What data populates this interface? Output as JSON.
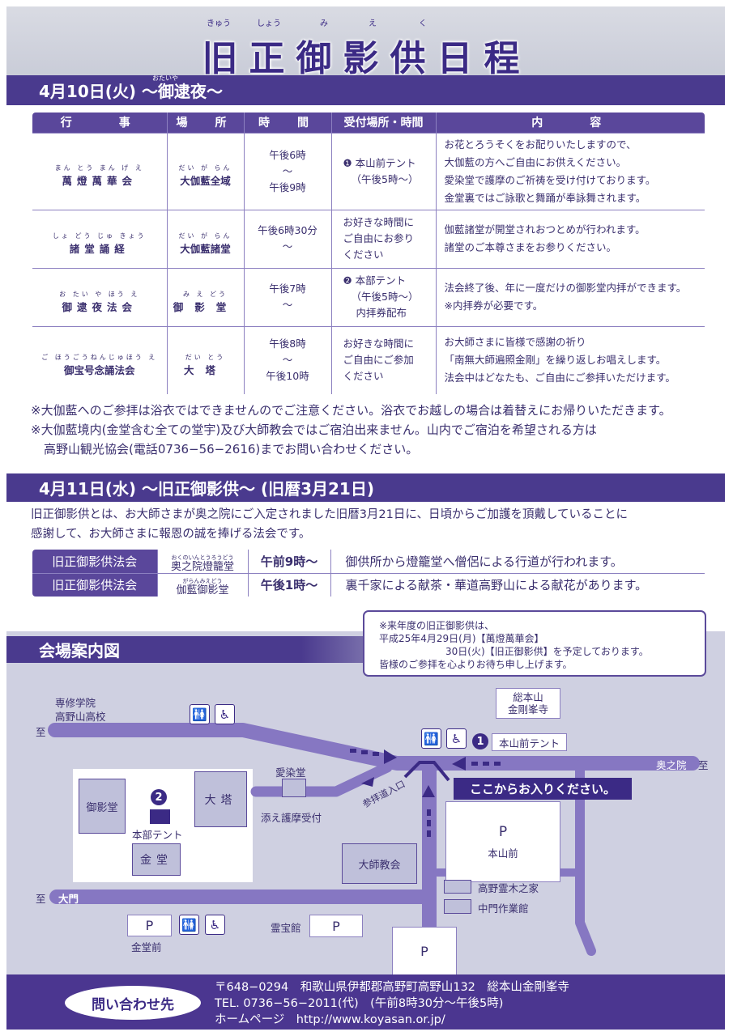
{
  "title": {
    "text": "旧正御影供日程",
    "ruby": [
      "きゅう",
      "しょう",
      "み",
      "え",
      "く"
    ]
  },
  "day1": {
    "heading": "4月10日(火) ～御逮夜～",
    "ruby": "おたいや",
    "headers": [
      "行　　事",
      "場　所",
      "時　間",
      "受付場所・時間",
      "内　　容"
    ],
    "rows": [
      {
        "event_ruby": "まん とう まん げ え",
        "event": "萬燈萬華会",
        "place_ruby": "だい が らん",
        "place": "大伽藍全域",
        "time": [
          "午後6時",
          "～",
          "午後9時"
        ],
        "reception": [
          "❶ 本山前テント",
          "（午後5時～）"
        ],
        "content": [
          "お花とろうそくをお配りいたしますので、",
          "大伽藍の方へご自由にお供えください。",
          "愛染堂で護摩のご祈祷を受け付けております。",
          "金堂裏ではご詠歌と舞踊が奉詠舞されます。"
        ]
      },
      {
        "event_ruby": "しょ どう じゅ きょう",
        "event": "諸堂誦経",
        "place_ruby": "だい が らん",
        "place": "大伽藍諸堂",
        "time": [
          "午後6時30分",
          "～"
        ],
        "reception": [
          "お好きな時間に",
          "ご自由にお参り",
          "ください"
        ],
        "content": [
          "伽藍諸堂が開堂されおつとめが行われます。",
          "諸堂のご本尊さまをお参りください。"
        ]
      },
      {
        "event_ruby": "お たい や ほう え",
        "event": "御逮夜法会",
        "place_ruby": "み え どう",
        "place": "御影堂",
        "time": [
          "午後7時",
          "～"
        ],
        "reception": [
          "❷ 本部テント",
          "（午後5時～）",
          "内拝券配布"
        ],
        "content": [
          "法会終了後、年に一度だけの御影堂内拝ができます。",
          "※内拝券が必要です。"
        ]
      },
      {
        "event_ruby": "ご ほうごうねんじゅほう え",
        "event": "御宝号念誦法会",
        "place_ruby": "だい とう",
        "place": "大塔",
        "time": [
          "午後8時",
          "～",
          "午後10時"
        ],
        "reception": [
          "お好きな時間に",
          "ご自由にご参加",
          "ください"
        ],
        "content": [
          "お大師さまに皆様で感謝の祈り",
          "「南無大師遍照金剛」を繰り返しお唱えします。",
          "法会中はどなたも、ご自由にご参拝いただけます。"
        ]
      }
    ],
    "notes": [
      "※大伽藍へのご参拝は浴衣ではできませんのでご注意ください。浴衣でお越しの場合は着替えにお帰りいただきます。",
      "※大伽藍境内(金堂含む全ての堂宇)及び大師教会ではご宿泊出来ません。山内でご宿泊を希望される方は",
      "高野山観光協会(電話0736−56−2616)までお問い合わせください。"
    ]
  },
  "day2": {
    "heading": "4月11日(水) ～旧正御影供～ (旧暦3月21日)",
    "description": [
      "旧正御影供とは、お大師さまが奥之院にご入定されました旧暦3月21日に、日頃からご加護を頂戴していることに",
      "感謝して、お大師さまに報恩の誠を捧げる法会です。"
    ],
    "rows": [
      {
        "event": "旧正御影供法会",
        "place_ruby": "おくのいんとうろうどう",
        "place": "奥之院燈籠堂",
        "time": "午前9時～",
        "content": "御供所から燈籠堂へ僧侶による行道が行われます。"
      },
      {
        "event": "旧正御影供法会",
        "place_ruby": "がらんみえどう",
        "place": "伽藍御影堂",
        "time": "午後1時～",
        "content": "裏千家による献茶・華道高野山による献花があります。"
      }
    ]
  },
  "notice": [
    "※来年度の旧正御影供は、",
    "平成25年4月29日(月)【萬燈萬華会】",
    "30日(火)【旧正御影供】を予定しております。",
    "皆様のご参拝を心よりお待ち申し上げます。"
  ],
  "map": {
    "heading": "会場案内図",
    "labels": {
      "school": [
        "専修学院",
        "高野山高校"
      ],
      "to": "至",
      "okunoin": "奥之院",
      "daimon": "大門",
      "kongobuji": [
        "総本山",
        "金剛峯寺"
      ],
      "honzan_tent": "本山前テント",
      "enter_here": "ここからお入りください。",
      "sanpaido": "参拝道入口",
      "aizendo": "愛染堂",
      "goma": "添え護摩受付",
      "mieido": "御影堂",
      "honbu_tent": "本部テント",
      "daito": "大塔",
      "kondo": "金堂",
      "daishi": "大師教会",
      "parking": "P",
      "honzanmae": "本山前",
      "kondomae": "金堂前",
      "reihokan": "霊宝館",
      "reiboku": "高野霊木之家",
      "chumon": "中門作業館",
      "num1": "1",
      "num2": "2"
    }
  },
  "footer": {
    "contact": "問い合わせ先",
    "address": "〒648−0294　和歌山県伊都郡高野町高野山132　総本山金剛峯寺",
    "tel": "TEL. 0736−56−2011(代)　(午前8時30分～午後5時)",
    "web": "ホームページ　http://www.koyasan.or.jp/"
  },
  "colors": {
    "primary": "#4a3a8e",
    "map_bg": "#cfd0e1",
    "road": "#8677c2"
  }
}
